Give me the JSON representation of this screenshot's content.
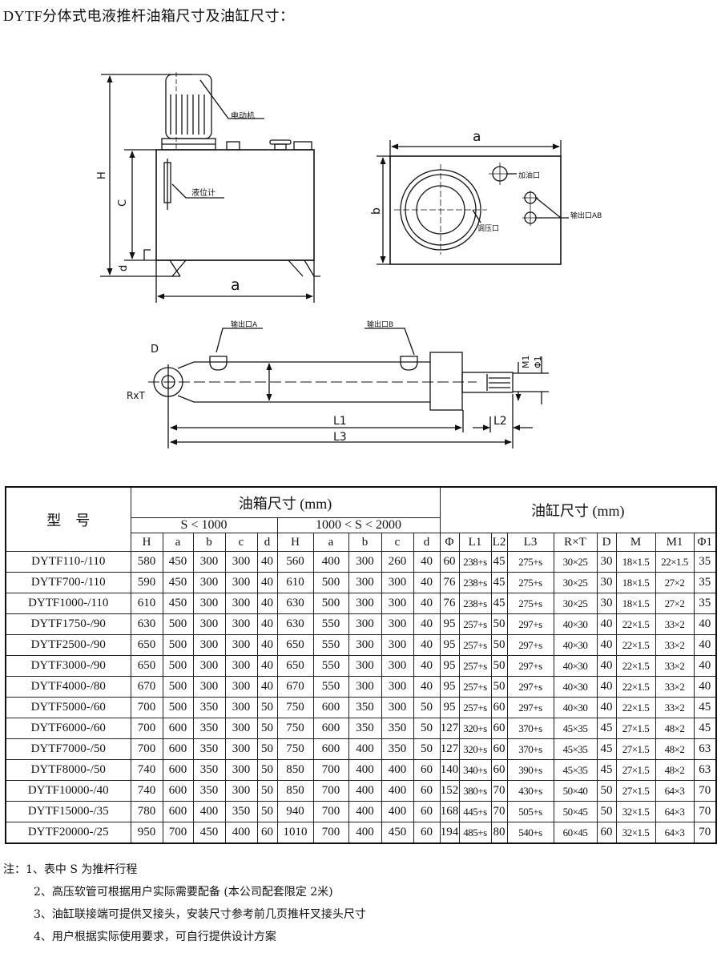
{
  "title": "DYTF分体式电液推杆油箱尺寸及油缸尺寸：",
  "diagram": {
    "tank_side": {
      "motor": "电动机",
      "level_gauge": "液位计",
      "H": "H",
      "C": "C",
      "d": "d",
      "a": "a"
    },
    "tank_top": {
      "a": "a",
      "b": "b",
      "fill_port": "加油口",
      "output_port_ab": "输出口AB",
      "pressure_port": "调压口"
    },
    "cylinder": {
      "port_a": "输出口A",
      "port_b": "输出口B",
      "D": "D",
      "RxT": "RxT",
      "L1": "L1",
      "L2": "L2",
      "L3": "L3",
      "M1": "M1",
      "phi1": "Φ1"
    }
  },
  "table": {
    "model_header": "型　号",
    "tank_header": "油箱尺寸 (mm)",
    "cyl_header": "油缸尺寸 (mm)",
    "range1": "S < 1000",
    "range2": "1000 < S < 2000",
    "tank_cols": [
      "H",
      "a",
      "b",
      "c",
      "d",
      "H",
      "a",
      "b",
      "c",
      "d"
    ],
    "cyl_cols": [
      "Φ",
      "L1",
      "L2",
      "L3",
      "R×T",
      "D",
      "M",
      "M1",
      "Φ1"
    ],
    "rows": [
      [
        "DYTF110-/110",
        "580",
        "450",
        "300",
        "300",
        "40",
        "560",
        "400",
        "300",
        "260",
        "40",
        "60",
        "238+s",
        "45",
        "275+s",
        "30×25",
        "30",
        "18×1.5",
        "22×1.5",
        "35"
      ],
      [
        "DYTF700-/110",
        "590",
        "450",
        "300",
        "300",
        "40",
        "610",
        "500",
        "300",
        "300",
        "40",
        "76",
        "238+s",
        "45",
        "275+s",
        "30×25",
        "30",
        "18×1.5",
        "27×2",
        "35"
      ],
      [
        "DYTF1000-/110",
        "610",
        "450",
        "300",
        "300",
        "40",
        "630",
        "500",
        "300",
        "300",
        "40",
        "76",
        "238+s",
        "45",
        "275+s",
        "30×25",
        "30",
        "18×1.5",
        "27×2",
        "35"
      ],
      [
        "DYTF1750-/90",
        "630",
        "500",
        "300",
        "300",
        "40",
        "630",
        "550",
        "300",
        "300",
        "40",
        "95",
        "257+s",
        "50",
        "297+s",
        "40×30",
        "40",
        "22×1.5",
        "33×2",
        "40"
      ],
      [
        "DYTF2500-/90",
        "650",
        "500",
        "300",
        "300",
        "40",
        "650",
        "550",
        "300",
        "300",
        "40",
        "95",
        "257+s",
        "50",
        "297+s",
        "40×30",
        "40",
        "22×1.5",
        "33×2",
        "40"
      ],
      [
        "DYTF3000-/90",
        "650",
        "500",
        "300",
        "300",
        "40",
        "650",
        "550",
        "300",
        "300",
        "40",
        "95",
        "257+s",
        "50",
        "297+s",
        "40×30",
        "40",
        "22×1.5",
        "33×2",
        "40"
      ],
      [
        "DYTF4000-/80",
        "670",
        "500",
        "300",
        "300",
        "40",
        "670",
        "550",
        "300",
        "300",
        "40",
        "95",
        "257+s",
        "50",
        "297+s",
        "40×30",
        "40",
        "22×1.5",
        "33×2",
        "40"
      ],
      [
        "DYTF5000-/60",
        "700",
        "500",
        "350",
        "300",
        "50",
        "750",
        "600",
        "350",
        "300",
        "50",
        "95",
        "257+s",
        "60",
        "297+s",
        "40×30",
        "40",
        "22×1.5",
        "33×2",
        "45"
      ],
      [
        "DYTF6000-/60",
        "700",
        "600",
        "350",
        "300",
        "50",
        "750",
        "600",
        "350",
        "350",
        "50",
        "127",
        "320+s",
        "60",
        "370+s",
        "45×35",
        "45",
        "27×1.5",
        "48×2",
        "45"
      ],
      [
        "DYTF7000-/50",
        "700",
        "600",
        "350",
        "300",
        "50",
        "750",
        "600",
        "400",
        "350",
        "50",
        "127",
        "320+s",
        "60",
        "370+s",
        "45×35",
        "45",
        "27×1.5",
        "48×2",
        "63"
      ],
      [
        "DYTF8000-/50",
        "740",
        "600",
        "350",
        "300",
        "50",
        "850",
        "700",
        "400",
        "400",
        "60",
        "140",
        "340+s",
        "60",
        "390+s",
        "45×35",
        "45",
        "27×1.5",
        "48×2",
        "63"
      ],
      [
        "DYTF10000-/40",
        "740",
        "600",
        "350",
        "300",
        "50",
        "850",
        "700",
        "400",
        "400",
        "60",
        "152",
        "380+s",
        "70",
        "430+s",
        "50×40",
        "50",
        "27×1.5",
        "64×3",
        "70"
      ],
      [
        "DYTF15000-/35",
        "780",
        "600",
        "400",
        "350",
        "50",
        "940",
        "700",
        "400",
        "400",
        "60",
        "168",
        "445+s",
        "70",
        "505+s",
        "50×45",
        "50",
        "32×1.5",
        "64×3",
        "70"
      ],
      [
        "DYTF20000-/25",
        "950",
        "700",
        "450",
        "400",
        "60",
        "1010",
        "700",
        "400",
        "450",
        "60",
        "194",
        "485+s",
        "80",
        "540+s",
        "60×45",
        "60",
        "32×1.5",
        "64×3",
        "70"
      ]
    ]
  },
  "notes": {
    "prefix": "注：",
    "items": [
      "1、表中 S 为推杆行程",
      "2、高压软管可根据用户实际需要配备 (本公司配套限定 2米)",
      "3、油缸联接端可提供叉接头，安装尺寸参考前几页推杆叉接头尺寸",
      "4、用户根据实际使用要求，可自行提供设计方案"
    ]
  }
}
